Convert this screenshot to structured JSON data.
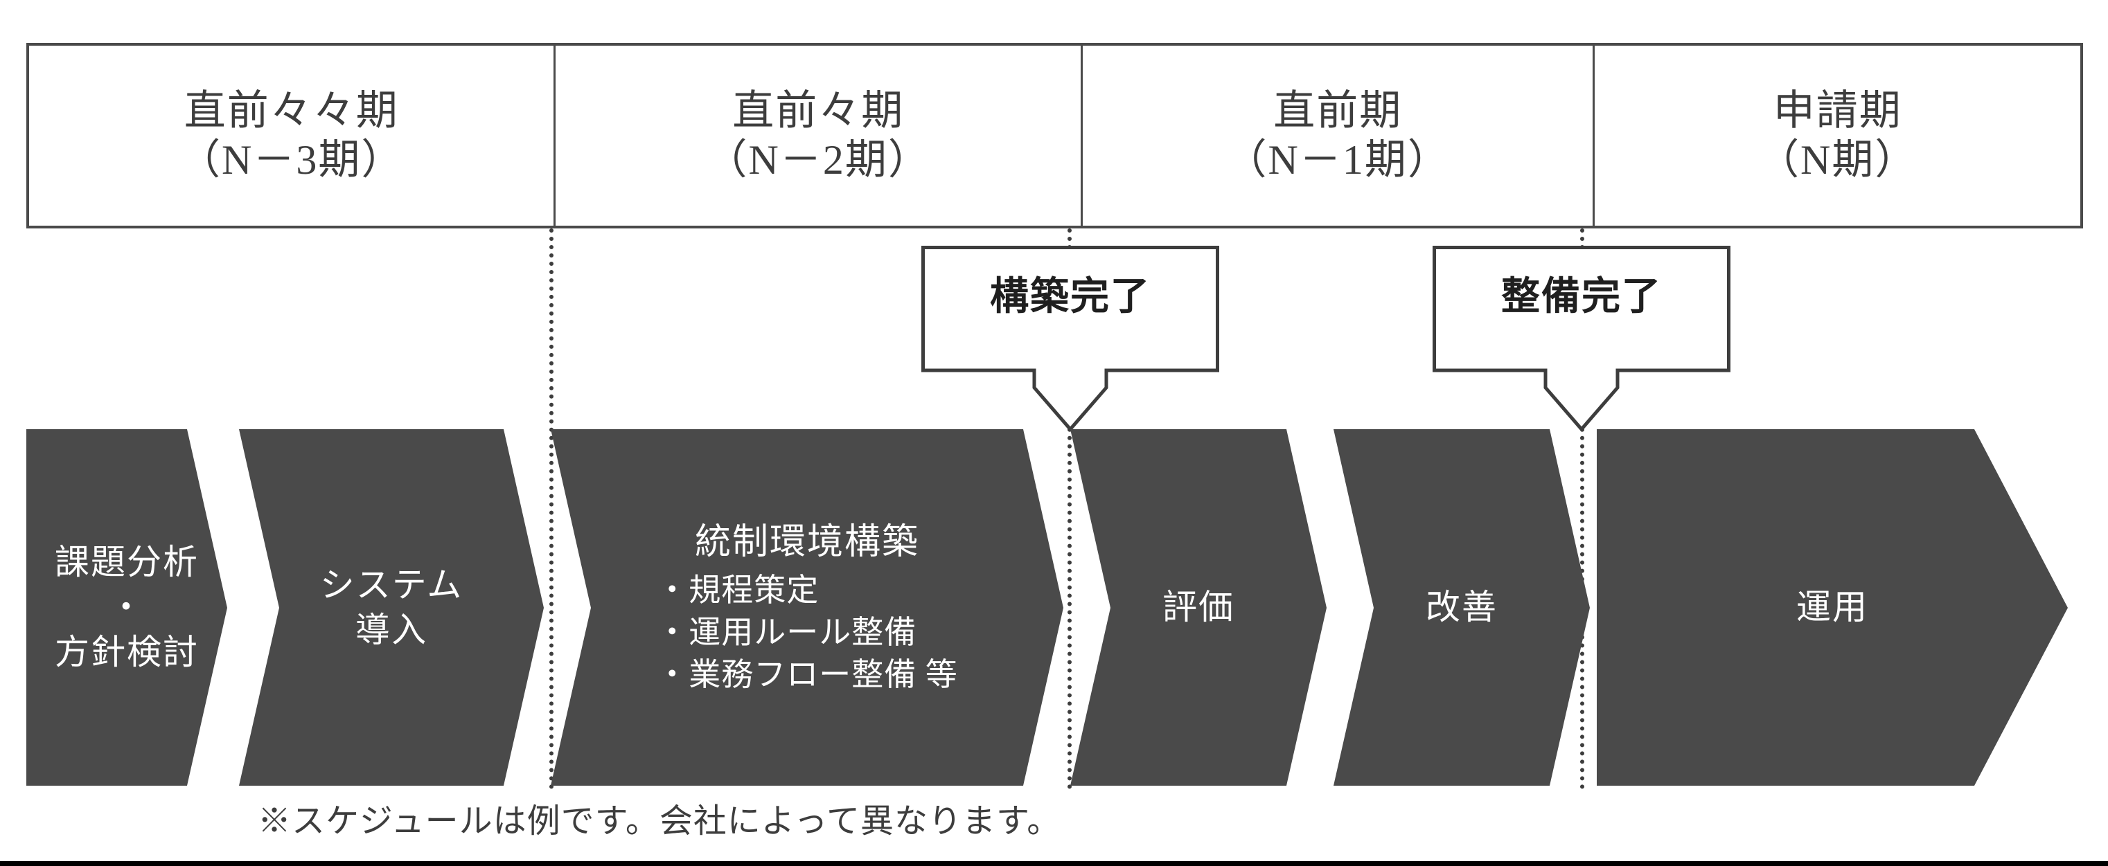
{
  "colors": {
    "chevron_fill": "#4a4a4a",
    "chevron_text": "#ffffff",
    "line": "#3d3d3d",
    "header_text": "#3d3d3d",
    "callout_text": "#1f1f1f",
    "page_rule": "#000000",
    "background": "#ffffff"
  },
  "periods": {
    "items": [
      {
        "name": "直前々々期",
        "code": "（N－3期）"
      },
      {
        "name": "直前々期",
        "code": "（N－2期）"
      },
      {
        "name": "直前期",
        "code": "（N－1期）"
      },
      {
        "name": "申請期",
        "code": "（N期）"
      }
    ]
  },
  "milestones": [
    {
      "label": "構築完了"
    },
    {
      "label": "整備完了"
    }
  ],
  "phases": [
    {
      "title": "課題分析\n・\n方針検討",
      "lines": [
        "課題分析",
        "・",
        "方針検討"
      ],
      "bullets": []
    },
    {
      "title": "システム\n導入",
      "lines": [
        "システム",
        "導入"
      ],
      "bullets": []
    },
    {
      "title": "統制環境構築",
      "lines": [
        "統制環境構築"
      ],
      "bullets": [
        "・規程策定",
        "・運用ルール整備",
        "・業務フロー整備 等"
      ]
    },
    {
      "title": "評価",
      "lines": [
        "評価"
      ],
      "bullets": []
    },
    {
      "title": "改善",
      "lines": [
        "改善"
      ],
      "bullets": []
    },
    {
      "title": "運用",
      "lines": [
        "運用"
      ],
      "bullets": []
    }
  ],
  "footnote": {
    "text": "※スケジュールは例です。会社によって異なります。"
  }
}
